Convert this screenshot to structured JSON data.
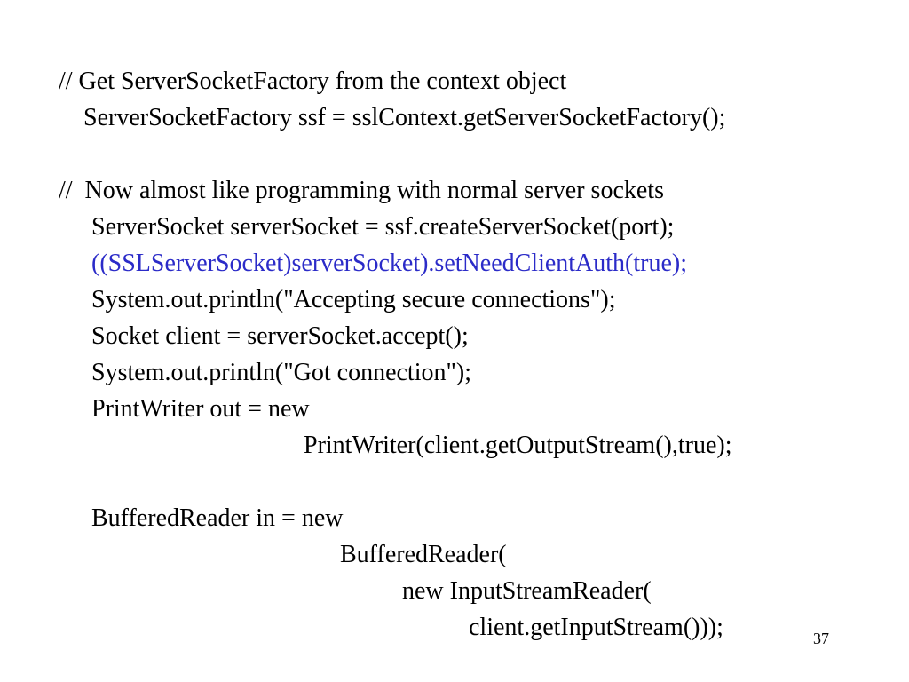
{
  "slide": {
    "code_lines": [
      {
        "text": "// Get ServerSocketFactory from the context object"
      },
      {
        "text": "ServerSocketFactory ssf = sslContext.getServerSocketFactory();"
      },
      {
        "text": "//  Now almost like programming with normal server sockets"
      },
      {
        "text": "ServerSocket serverSocket = ssf.createServerSocket(port);"
      },
      {
        "text": "((SSLServerSocket)serverSocket).setNeedClientAuth(true);",
        "color": "#2b2bc8"
      },
      {
        "text": "System.out.println(\"Accepting secure connections\");"
      },
      {
        "text": "Socket client = serverSocket.accept();"
      },
      {
        "text": "System.out.println(\"Got connection\");"
      },
      {
        "text": "PrintWriter out = new"
      },
      {
        "text": "PrintWriter(client.getOutputStream(),true);"
      },
      {
        "text": "BufferedReader in = new"
      },
      {
        "text": "BufferedReader("
      },
      {
        "text": "new InputStreamReader("
      },
      {
        "text": "client.getInputStream()));"
      }
    ],
    "page_number": "37"
  }
}
